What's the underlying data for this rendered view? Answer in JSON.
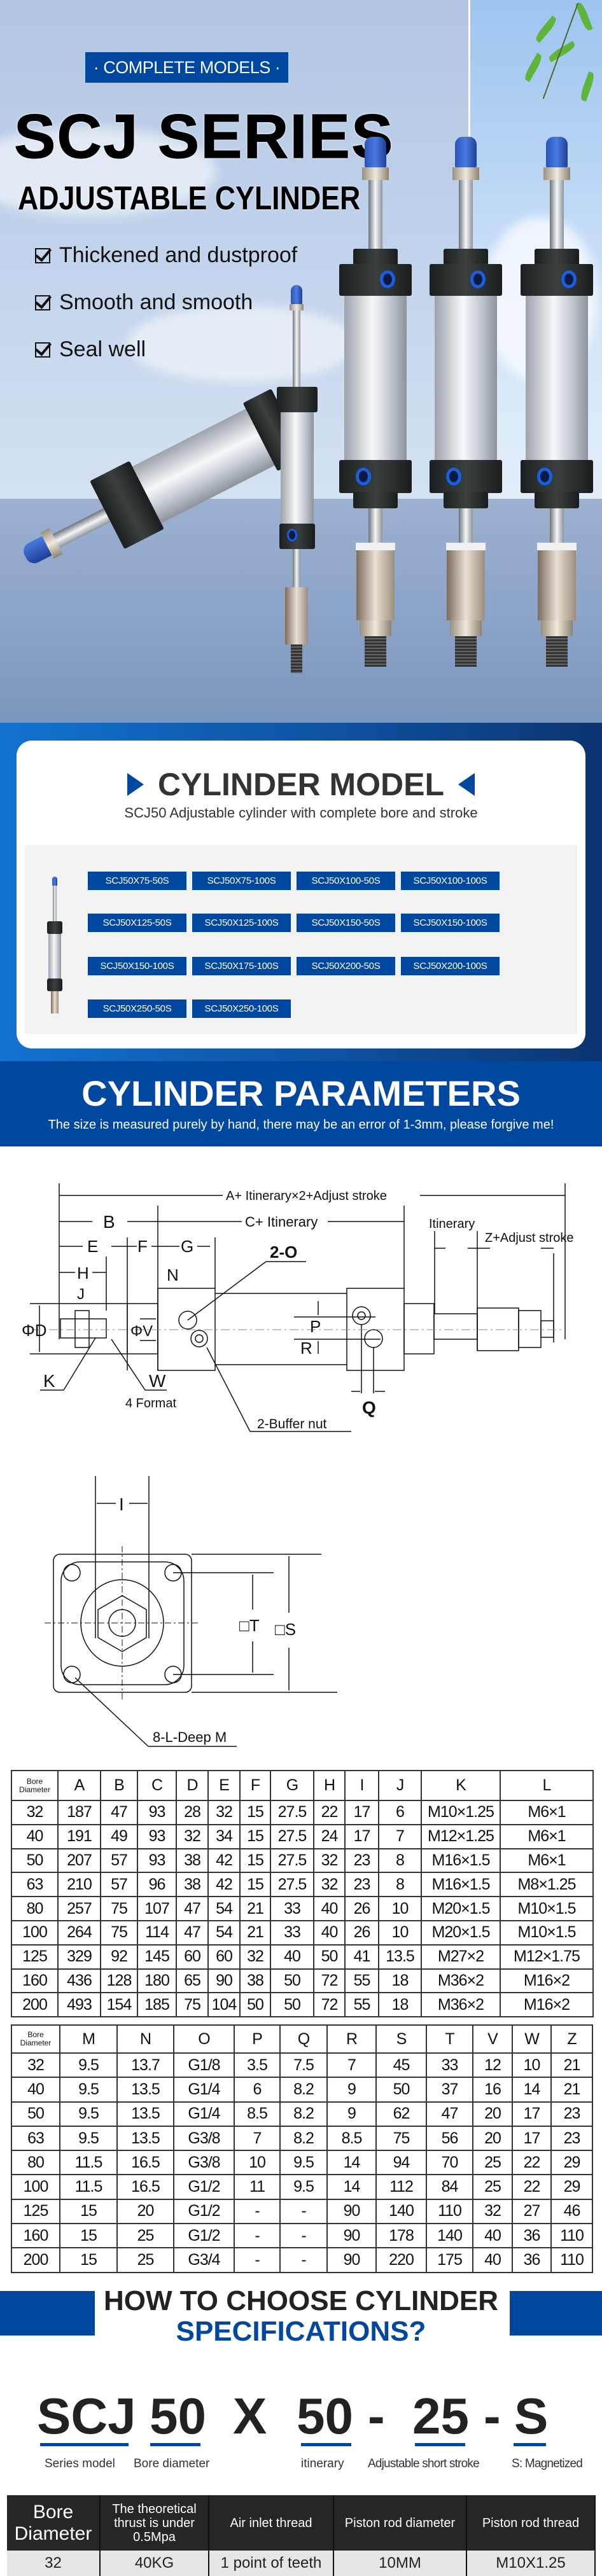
{
  "hero": {
    "badge": "· COMPLETE MODELS ·",
    "title": "SCJ SERIES",
    "subtitle": "ADJUSTABLE CYLINDER",
    "features": [
      "Thickened and dustproof",
      "Smooth and smooth",
      "Seal well"
    ]
  },
  "model_section": {
    "title": "CYLINDER MODEL",
    "subtitle": "SCJ50 Adjustable cylinder with complete bore and stroke",
    "models": [
      "SCJ50X75-50S",
      "SCJ50X75-100S",
      "SCJ50X100-50S",
      "SCJ50X100-100S",
      "SCJ50X125-50S",
      "SCJ50X125-100S",
      "SCJ50X150-50S",
      "SCJ50X150-100S",
      "SCJ50X150-100S",
      "SCJ50X175-100S",
      "SCJ50X200-50S",
      "SCJ50X200-100S",
      "SCJ50X250-50S",
      "SCJ50X250-100S"
    ]
  },
  "parameters": {
    "title": "CYLINDER PARAMETERS",
    "subtitle": "The size is measured purely by hand, there may be an error of 1-3mm, please forgive me!"
  },
  "diagram_side": {
    "a_label": "A+ Itinerary×2+Adjust stroke",
    "b": "B",
    "c_label": "C+ Itinerary",
    "itinerary": "Itinerary",
    "z_label": "Z+Adjust stroke",
    "e": "E",
    "f": "F",
    "g": "G",
    "h": "H",
    "n": "N",
    "j": "J",
    "o_label": "2-O",
    "d": "ΦD",
    "v": "ΦV",
    "p": "P",
    "r": "R",
    "k": "K",
    "w": "W",
    "four_format": "4 Format",
    "q": "Q",
    "buffer_nut": "2-Buffer nut"
  },
  "diagram_front": {
    "i": "I",
    "t": "□T",
    "s": "□S",
    "deep": "8-L-Deep M"
  },
  "table1": {
    "headers": [
      "Bore Diameter",
      "A",
      "B",
      "C",
      "D",
      "E",
      "F",
      "G",
      "H",
      "I",
      "J",
      "K",
      "L"
    ],
    "rows": [
      [
        "32",
        "187",
        "47",
        "93",
        "28",
        "32",
        "15",
        "27.5",
        "22",
        "17",
        "6",
        "M10×1.25",
        "M6×1"
      ],
      [
        "40",
        "191",
        "49",
        "93",
        "32",
        "34",
        "15",
        "27.5",
        "24",
        "17",
        "7",
        "M12×1.25",
        "M6×1"
      ],
      [
        "50",
        "207",
        "57",
        "93",
        "38",
        "42",
        "15",
        "27.5",
        "32",
        "23",
        "8",
        "M16×1.5",
        "M6×1"
      ],
      [
        "63",
        "210",
        "57",
        "96",
        "38",
        "42",
        "15",
        "27.5",
        "32",
        "23",
        "8",
        "M16×1.5",
        "M8×1.25"
      ],
      [
        "80",
        "257",
        "75",
        "107",
        "47",
        "54",
        "21",
        "33",
        "40",
        "26",
        "10",
        "M20×1.5",
        "M10×1.5"
      ],
      [
        "100",
        "264",
        "75",
        "114",
        "47",
        "54",
        "21",
        "33",
        "40",
        "26",
        "10",
        "M20×1.5",
        "M10×1.5"
      ],
      [
        "125",
        "329",
        "92",
        "145",
        "60",
        "60",
        "32",
        "40",
        "50",
        "41",
        "13.5",
        "M27×2",
        "M12×1.75"
      ],
      [
        "160",
        "436",
        "128",
        "180",
        "65",
        "90",
        "38",
        "50",
        "72",
        "55",
        "18",
        "M36×2",
        "M16×2"
      ],
      [
        "200",
        "493",
        "154",
        "185",
        "75",
        "104",
        "50",
        "50",
        "72",
        "55",
        "18",
        "M36×2",
        "M16×2"
      ]
    ]
  },
  "table2": {
    "headers": [
      "Bore Diameter",
      "M",
      "N",
      "O",
      "P",
      "Q",
      "R",
      "S",
      "T",
      "V",
      "W",
      "Z"
    ],
    "rows": [
      [
        "32",
        "9.5",
        "13.7",
        "G1/8",
        "3.5",
        "7.5",
        "7",
        "45",
        "33",
        "12",
        "10",
        "21"
      ],
      [
        "40",
        "9.5",
        "13.5",
        "G1/4",
        "6",
        "8.2",
        "9",
        "50",
        "37",
        "16",
        "14",
        "21"
      ],
      [
        "50",
        "9.5",
        "13.5",
        "G1/4",
        "8.5",
        "8.2",
        "9",
        "62",
        "47",
        "20",
        "17",
        "23"
      ],
      [
        "63",
        "9.5",
        "13.5",
        "G3/8",
        "7",
        "8.2",
        "8.5",
        "75",
        "56",
        "20",
        "17",
        "23"
      ],
      [
        "80",
        "11.5",
        "16.5",
        "G3/8",
        "10",
        "9.5",
        "14",
        "94",
        "70",
        "25",
        "22",
        "29"
      ],
      [
        "100",
        "11.5",
        "16.5",
        "G1/2",
        "11",
        "9.5",
        "14",
        "112",
        "84",
        "25",
        "22",
        "29"
      ],
      [
        "125",
        "15",
        "20",
        "G1/2",
        "-",
        "-",
        "90",
        "140",
        "110",
        "32",
        "27",
        "46"
      ],
      [
        "160",
        "15",
        "25",
        "G1/2",
        "-",
        "-",
        "90",
        "178",
        "140",
        "40",
        "36",
        "110"
      ],
      [
        "200",
        "15",
        "25",
        "G3/4",
        "-",
        "-",
        "90",
        "220",
        "175",
        "40",
        "36",
        "110"
      ]
    ]
  },
  "how_to": {
    "title_line1": "HOW TO CHOOSE CYLINDER",
    "title_line2": "SPECIFICATIONS?",
    "code": {
      "series": "SCJ",
      "bore": "50",
      "x": "X",
      "stroke": "50",
      "dash1": "-",
      "adjust": "25",
      "dash2": "-",
      "mag": "S"
    },
    "labels": {
      "series": "Series model",
      "bore": "Bore diameter",
      "stroke": "itinerary",
      "adjust": "Adjustable short stroke",
      "mag": "S: Magnetized"
    },
    "table": {
      "headers": [
        "Bore Diameter",
        "The theoretical thrust is under 0.5Mpa",
        "Air inlet thread",
        "Piston rod diameter",
        "Piston rod thread"
      ],
      "rows": [
        [
          "32",
          "40KG",
          "1 point of teeth",
          "10MM",
          "M10X1.25"
        ]
      ]
    }
  },
  "colors": {
    "brand_blue": "#0047a0",
    "header_dark": "#262626"
  }
}
